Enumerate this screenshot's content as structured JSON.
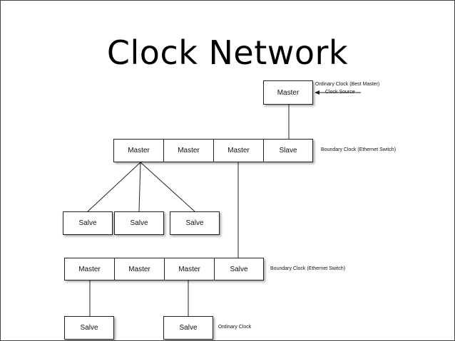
{
  "slide": {
    "title": "Clock Network"
  },
  "grandmaster": {
    "label": "Master",
    "note_type": "Ordinary Clock (Best Master)",
    "note_source": "Clock Source"
  },
  "boundary1": {
    "ports": [
      "Master",
      "Master",
      "Master",
      "Slave"
    ],
    "note": "Boundary Clock (Ethernet Switch)"
  },
  "mid_salves": [
    "Salve",
    "Salve",
    "Salve"
  ],
  "boundary2": {
    "ports": [
      "Master",
      "Master",
      "Master",
      "Salve"
    ],
    "note": "Boundary Clock (Ethernet Switch)"
  },
  "bottom_salves": [
    "Salve",
    "Salve"
  ],
  "ordinary_note": "Ordinary Clock"
}
